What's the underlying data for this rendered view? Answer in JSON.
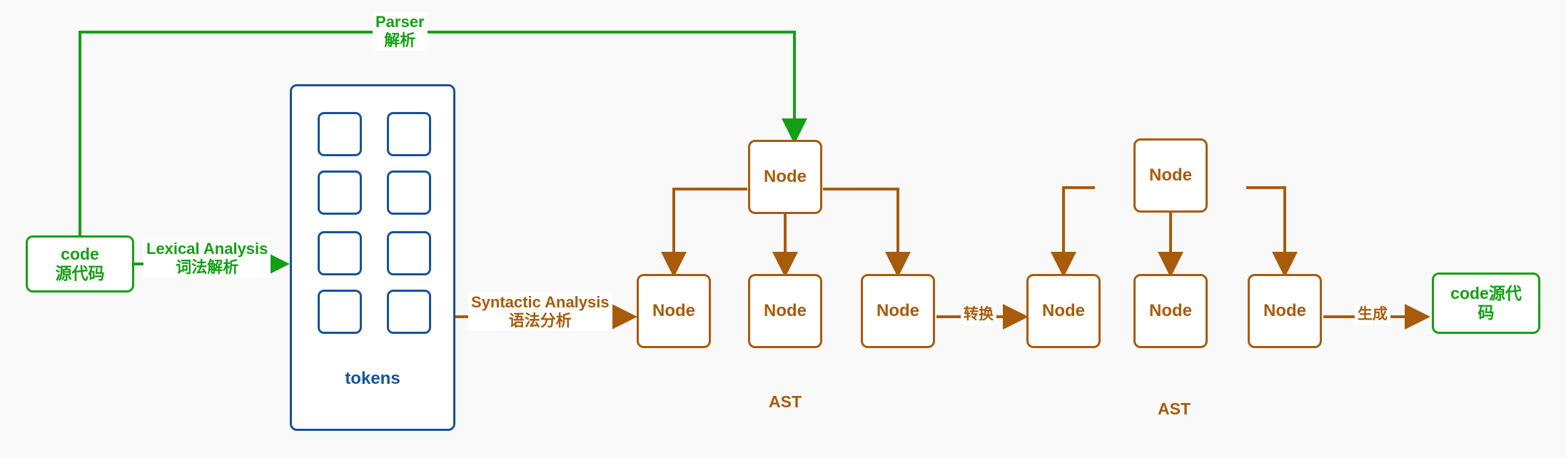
{
  "diagram": {
    "title": "Compiler pipeline: source code to tokens to AST to generated code",
    "colors": {
      "background": "#f9f9f9",
      "green": "#14A014",
      "blue": "#16529C",
      "brown": "#A85B0B",
      "box_fill": "#ffffff"
    }
  },
  "nodes": {
    "code_input": {
      "line1": "code",
      "line2": "源代码"
    },
    "code_output": {
      "line1": "code源代",
      "line2": "码"
    },
    "tokens_label": "tokens",
    "token_cells": [
      "",
      "",
      "",
      "",
      "",
      "",
      "",
      ""
    ],
    "ast1": {
      "caption": "AST",
      "root": "Node",
      "children": [
        "Node",
        "Node",
        "Node"
      ]
    },
    "ast2": {
      "caption": "AST",
      "root": "Node",
      "children": [
        "Node",
        "Node",
        "Node"
      ]
    }
  },
  "edges": {
    "parser": {
      "line1": "Parser",
      "line2": "解析"
    },
    "lexical": {
      "line1": "Lexical Analysis",
      "line2": "词法解析"
    },
    "syntactic": {
      "line1": "Syntactic Analysis",
      "line2": "语法分析"
    },
    "transform": {
      "line1": "转换"
    },
    "generate": {
      "line1": "生成"
    }
  }
}
